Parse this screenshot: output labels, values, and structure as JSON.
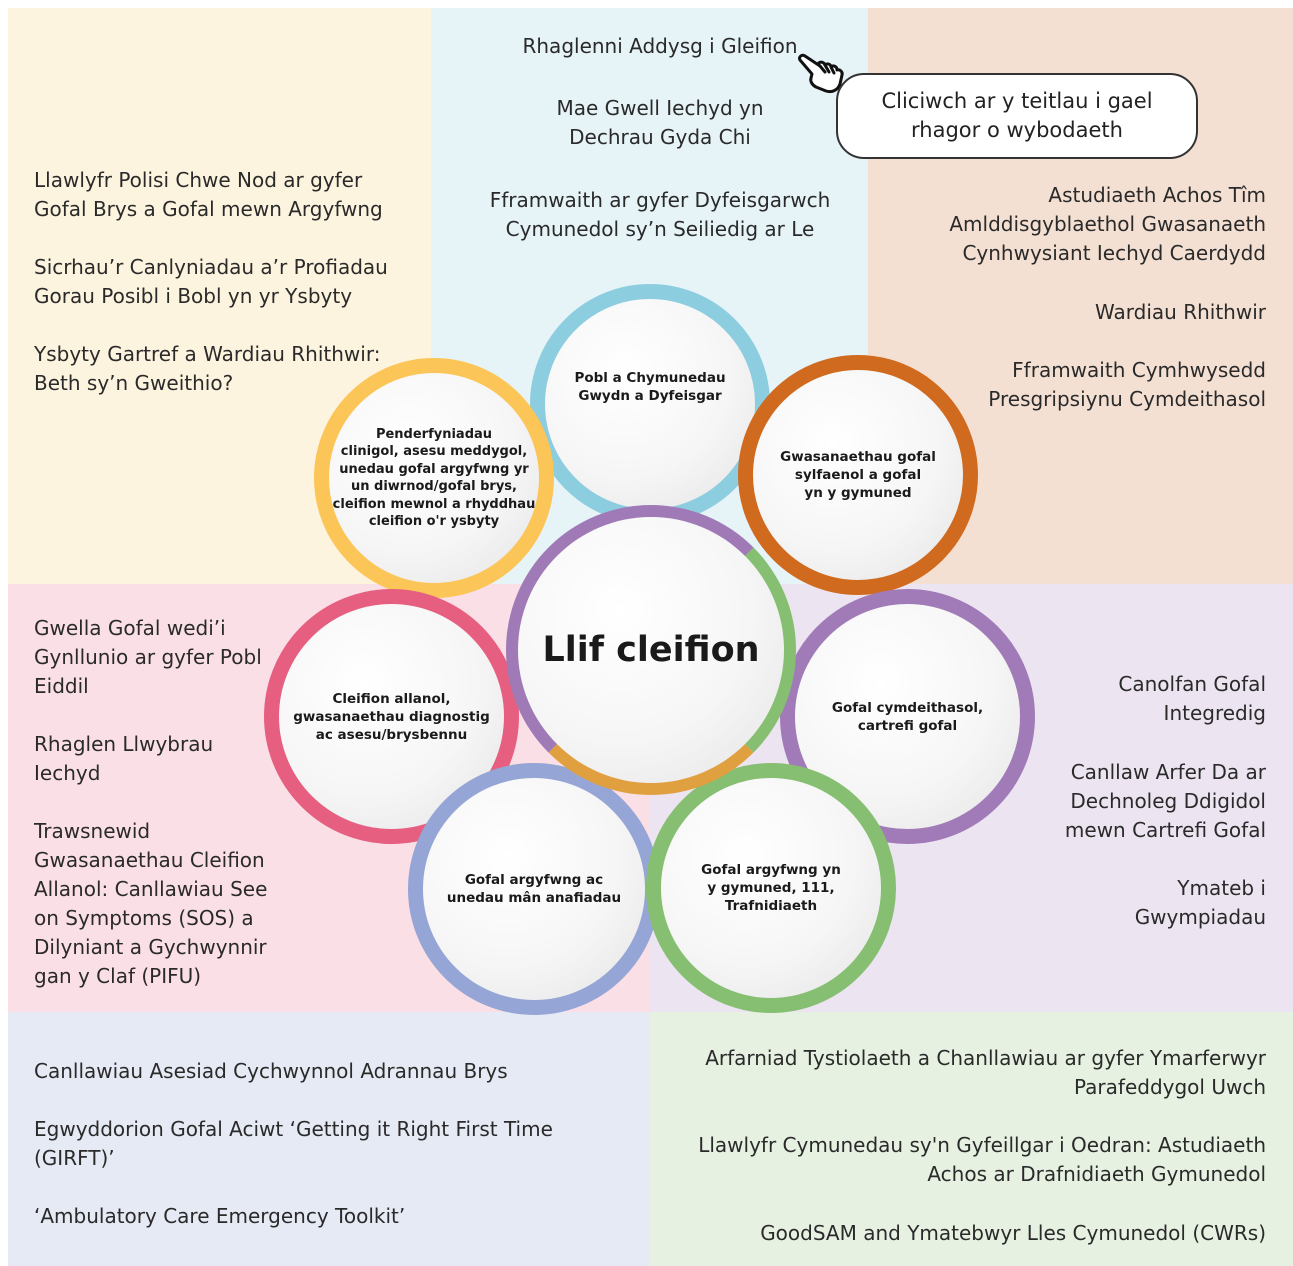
{
  "callout": {
    "text": "Cliciwch ar y teitlau i gael\nrhagor o wybodaeth"
  },
  "centre": {
    "label": "Llif cleifion"
  },
  "circles": {
    "pobl": "Pobl a Chymunedau\nGwydn a Dyfeisgar",
    "gwasanaethau": "Gwasanaethau gofal\nsylfaenol a gofal\nyn y gymuned",
    "penderfyniadau": "Penderfyniadau\nclinigol, asesu meddygol,\nunedau gofal argyfwng yr\nun diwrnod/gofal brys,\ncleifion mewnol a rhyddhau\ncleifion o'r ysbyty",
    "cymdeithasol": "Gofal cymdeithasol,\ncartrefi gofal",
    "allanol": "Cleifion allanol,\ngwasanaethau diagnostig\nac asesu/brysbennu",
    "argyfwng": "Gofal argyfwng ac\nunedau mân anafiadau",
    "gymuned": "Gofal argyfwng yn\ny gymuned, 111,\nTrafnidiaeth"
  },
  "panels": {
    "top_left": [
      "Llawlyfr Polisi Chwe Nod ar gyfer\nGofal Brys a Gofal mewn Argyfwng",
      "Sicrhau’r Canlyniadau a’r Profiadau\nGorau Posibl i Bobl yn yr Ysbyty",
      "Ysbyty  Gartref a Wardiau Rhithwir:\nBeth sy’n Gweithio?"
    ],
    "top_centre": [
      "Rhaglenni Addysg i Gleifion",
      "Mae Gwell Iechyd yn\nDechrau Gyda Chi",
      "Fframwaith ar gyfer Dyfeisgarwch\nCymunedol sy’n Seiliedig ar Le"
    ],
    "top_right": [
      "Astudiaeth Achos Tîm\nAmlddisgyblaethol Gwasanaeth\nCynhwysiant Iechyd Caerdydd",
      "Wardiau Rhithwir",
      "Fframwaith Cymhwysedd\nPresgripsiynu Cymdeithasol"
    ],
    "mid_left": [
      "Gwella Gofal wedi’i\nGynllunio ar gyfer Pobl\nEiddil",
      "Rhaglen Llwybrau\nIechyd",
      "Trawsnewid\nGwasanaethau Cleifion\nAllanol: Canllawiau See\non Symptoms (SOS) a\nDilyniant a Gychwynnir\ngan y Claf (PIFU)"
    ],
    "mid_right": [
      "Canolfan Gofal\nIntegredig",
      "Canllaw Arfer Da ar\nDechnoleg Ddigidol\nmewn Cartrefi Gofal",
      "Ymateb i\nGwympiadau"
    ],
    "bottom_left": [
      "Canllawiau Asesiad Cychwynnol Adrannau Brys",
      "Egwyddorion Gofal Aciwt ‘Getting it Right First Time\n(GIRFT)’",
      "‘Ambulatory Care Emergency Toolkit’"
    ],
    "bottom_right": [
      "Arfarniad Tystiolaeth a Chanllawiau ar gyfer Ymarferwyr\nParafeddygol Uwch",
      "Llawlyfr Cymunedau sy'n Gyfeillgar i Oedran: Astudiaeth\nAchos ar Drafnidiaeth Gymunedol",
      "GoodSAM and Ymatebwyr Lles Cymunedol (CWRs)"
    ]
  },
  "colors": {
    "panel_yellow": "#fdf4df",
    "panel_blue": "#e6f3f7",
    "panel_orange": "#f4e0d3",
    "panel_pink": "#fae0e6",
    "panel_purple": "#ece4f1",
    "panel_slate": "#e6eaf4",
    "panel_green": "#e6f1e2",
    "ring_blue": "#8dcde0",
    "ring_orange": "#cf6a1f",
    "ring_yellow": "#fcc558",
    "ring_purple": "#a17bb8",
    "ring_pink": "#e65f80",
    "ring_slate": "#95a5d5",
    "ring_green": "#86bf71"
  },
  "icons": {
    "pointer": "pointing-hand-icon"
  }
}
